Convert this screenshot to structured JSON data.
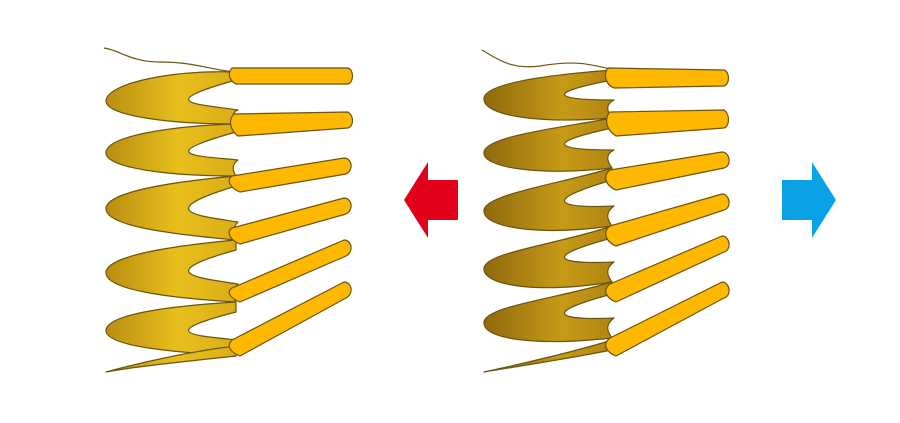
{
  "figure": {
    "background": "#ffffff",
    "springs": [
      {
        "id": "compressed",
        "coils": 7,
        "ribbon_color": "#e9b61a",
        "edge_color": "#6b5410",
        "face_color": "#ffb800",
        "state": "contracted"
      },
      {
        "id": "extended",
        "coils": 7,
        "ribbon_color": "#b48a14",
        "edge_color": "#6b5410",
        "face_color": "#ffb800",
        "state": "expanded"
      }
    ],
    "arrows": [
      {
        "id": "red",
        "direction": "left",
        "color": "#e3001b"
      },
      {
        "id": "blue",
        "direction": "right",
        "color": "#0aa2e4"
      }
    ]
  }
}
